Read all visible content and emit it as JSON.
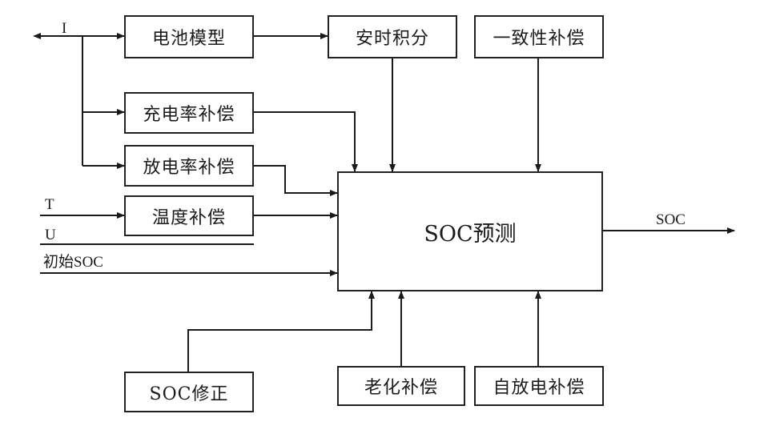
{
  "diagram": {
    "center": "SOC预测",
    "boxes": {
      "battery_model": "电池模型",
      "ampere_hour": "安时积分",
      "consistency": "一致性补偿",
      "charge_rate": "充电率补偿",
      "discharge_rate": "放电率补偿",
      "temperature": "温度补偿",
      "soc_correction": "SOC修正",
      "aging": "老化补偿",
      "self_discharge": "自放电补偿"
    },
    "inputs": {
      "current": "I",
      "temperature": "T",
      "voltage": "U",
      "initial_soc": "初始SOC"
    },
    "output": "SOC"
  }
}
